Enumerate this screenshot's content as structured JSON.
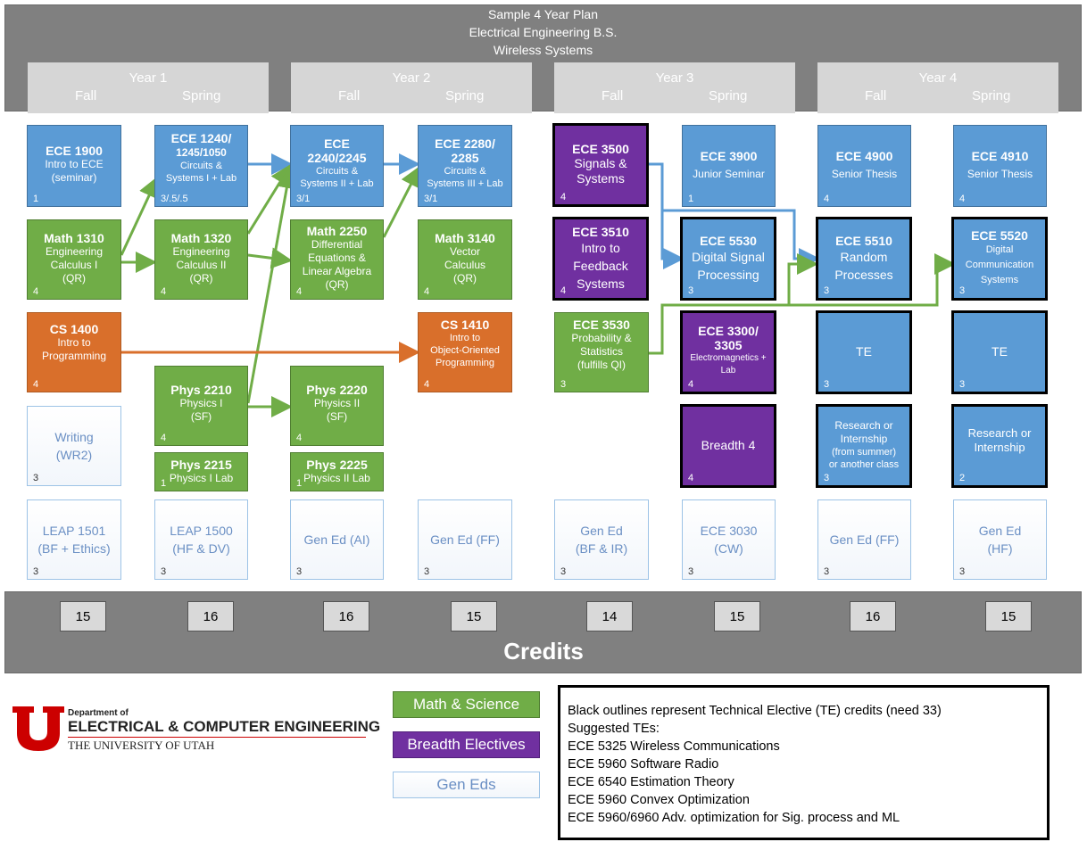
{
  "header": {
    "title_lines": [
      "Sample 4 Year Plan",
      "Electrical Engineering B.S.",
      "Wireless Systems"
    ]
  },
  "years": [
    {
      "label": "Year 1",
      "fall": "Fall",
      "spring": "Spring"
    },
    {
      "label": "Year 2",
      "fall": "Fall",
      "spring": "Spring"
    },
    {
      "label": "Year 3",
      "fall": "Fall",
      "spring": "Spring"
    },
    {
      "label": "Year 4",
      "fall": "Fall",
      "spring": "Spring"
    }
  ],
  "courses": {
    "ece1900": {
      "code": "ECE 1900",
      "name": "Intro to ECE",
      "name2": "(seminar)",
      "credits": "1"
    },
    "ece1240": {
      "code": "ECE 1240/",
      "code2": "1245/1050",
      "name": "Circuits &",
      "name2": "Systems I + Lab",
      "credits": "3/.5/.5"
    },
    "ece2240": {
      "code": "ECE",
      "code2": "2240/2245",
      "name": "Circuits &",
      "name2": "Systems II + Lab",
      "credits": "3/1"
    },
    "ece2280": {
      "code": "ECE 2280/",
      "code2": "2285",
      "name": "Circuits &",
      "name2": "Systems III + Lab",
      "credits": "3/1"
    },
    "ece3500": {
      "code": "ECE 3500",
      "name": "Signals &",
      "name2": "Systems",
      "credits": "4"
    },
    "ece3900": {
      "code": "ECE 3900",
      "name": "Junior Seminar",
      "credits": "1"
    },
    "ece4900": {
      "code": "ECE 4900",
      "name": "Senior Thesis",
      "credits": "4"
    },
    "ece4910": {
      "code": "ECE 4910",
      "name": "Senior Thesis",
      "credits": "4"
    },
    "math1310": {
      "code": "Math 1310",
      "name": "Engineering",
      "name2": "Calculus I",
      "name3": "(QR)",
      "credits": "4"
    },
    "math1320": {
      "code": "Math 1320",
      "name": "Engineering",
      "name2": "Calculus II",
      "name3": "(QR)",
      "credits": "4"
    },
    "math2250": {
      "code": "Math 2250",
      "name": "Differential",
      "name2": "Equations &",
      "name3": "Linear Algebra",
      "name4": "(QR)",
      "credits": "4"
    },
    "math3140": {
      "code": "Math 3140",
      "name": "Vector",
      "name2": "Calculus",
      "name3": "(QR)",
      "credits": "4"
    },
    "ece3510": {
      "code": "ECE 3510",
      "name": "Intro to",
      "name2": "Feedback",
      "name3": "Systems",
      "credits": "4"
    },
    "ece5530": {
      "code": "ECE 5530",
      "name": "Digital Signal",
      "name2": "Processing",
      "credits": "3"
    },
    "ece5510": {
      "code": "ECE 5510",
      "name": "Random",
      "name2": "Processes",
      "credits": "3"
    },
    "ece5520": {
      "code": "ECE 5520",
      "name": "Digital",
      "name2": "Communication",
      "name3": "Systems",
      "credits": "3"
    },
    "cs1400": {
      "code": "CS 1400",
      "name": "Intro to",
      "name2": "Programming",
      "credits": "4"
    },
    "cs1410": {
      "code": "CS 1410",
      "name": "Intro to",
      "name2": "Object-Oriented",
      "name3": "Programming",
      "credits": "4"
    },
    "ece3530": {
      "code": "ECE 3530",
      "name": "Probability &",
      "name2": "Statistics",
      "name3": "(fulfills QI)",
      "credits": "3"
    },
    "ece3300": {
      "code": "ECE 3300/",
      "code2": "3305",
      "name": "Electromagnetics +",
      "name2": "Lab",
      "credits": "4"
    },
    "te1": {
      "name": "TE",
      "credits": "3"
    },
    "te2": {
      "name": "TE",
      "credits": "3"
    },
    "writing": {
      "name": "Writing",
      "name2": "(WR2)",
      "credits": "3"
    },
    "phys2210": {
      "code": "Phys 2210",
      "name": "Physics I",
      "name2": "(SF)",
      "credits": "4"
    },
    "phys2220": {
      "code": "Phys 2220",
      "name": "Physics II",
      "name2": "(SF)",
      "credits": "4"
    },
    "breadth4": {
      "name": "Breadth 4",
      "credits": "4"
    },
    "research1": {
      "name": "Research or",
      "name2": "Internship",
      "name3": "(from summer)",
      "name4": "or another class",
      "credits": "3"
    },
    "research2": {
      "name": "Research or",
      "name2": "Internship",
      "credits": "2"
    },
    "phys2215": {
      "code": "Phys 2215",
      "name": "Physics I Lab",
      "credits": "1"
    },
    "phys2225": {
      "code": "Phys 2225",
      "name": "Physics II Lab",
      "credits": "1"
    },
    "leap1501": {
      "name": "LEAP 1501",
      "name2": "(BF + Ethics)",
      "credits": "3"
    },
    "leap1500": {
      "name": "LEAP 1500",
      "name2": "(HF & DV)",
      "credits": "3"
    },
    "gened_ai": {
      "name": "Gen Ed (AI)",
      "credits": "3"
    },
    "gened_ff1": {
      "name": "Gen Ed (FF)",
      "credits": "3"
    },
    "gened_bfir": {
      "name": "Gen Ed",
      "name2": "(BF & IR)",
      "credits": "3"
    },
    "ece3030": {
      "name": "ECE 3030",
      "name2": "(CW)",
      "credits": "3"
    },
    "gened_ff2": {
      "name": "Gen Ed (FF)",
      "credits": "3"
    },
    "gened_hf": {
      "name": "Gen Ed",
      "name2": "(HF)",
      "credits": "3"
    }
  },
  "semester_credits": [
    "15",
    "16",
    "16",
    "15",
    "14",
    "15",
    "16",
    "15"
  ],
  "credits_label": "Credits",
  "logo": {
    "dept": "Department of",
    "name": "ELECTRICAL & COMPUTER ENGINEERING",
    "univ": "THE UNIVERSITY OF UTAH"
  },
  "legend": {
    "math_science": "Math & Science",
    "breadth": "Breadth Electives",
    "gened": "Gen Eds"
  },
  "notes": [
    "Black outlines represent Technical Elective (TE) credits (need 33)",
    "Suggested TEs:",
    "ECE 5325 Wireless Communications",
    "ECE 5960 Software Radio",
    "ECE 6540 Estimation Theory",
    "ECE 5960 Convex Optimization",
    "ECE 5960/6960 Adv. optimization for Sig. process and ML"
  ],
  "colors": {
    "ece": "#5b9bd5",
    "math_science": "#70ad47",
    "cs": "#d96f2b",
    "breadth": "#7030a0",
    "header": "#808080"
  }
}
